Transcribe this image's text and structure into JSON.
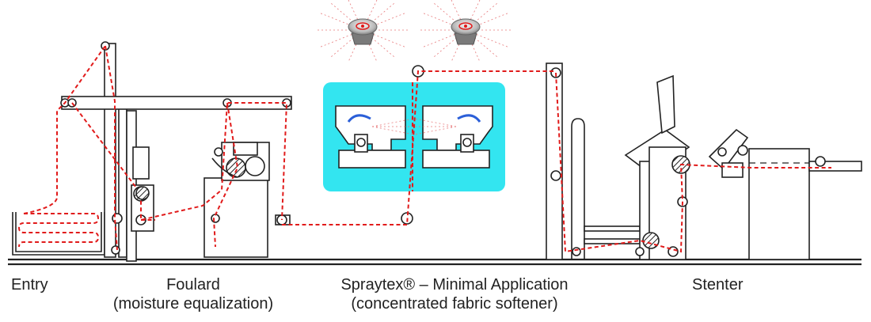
{
  "stations": {
    "entry": {
      "line1": "Entry"
    },
    "foulard": {
      "line1": "Foulard",
      "line2": "(moisture equalization)"
    },
    "spraytex": {
      "line1": "Spraytex® – Minimal Application",
      "line2": "(concentrated fabric softener)"
    },
    "stenter": {
      "line1": "Stenter"
    }
  },
  "colors": {
    "fabric_path": "#e11b1b",
    "spray_panel": "#33e5f0",
    "machine_outline": "#222222",
    "floor_line": "#222222"
  },
  "icons": [
    "spray-nozzle-icon"
  ]
}
